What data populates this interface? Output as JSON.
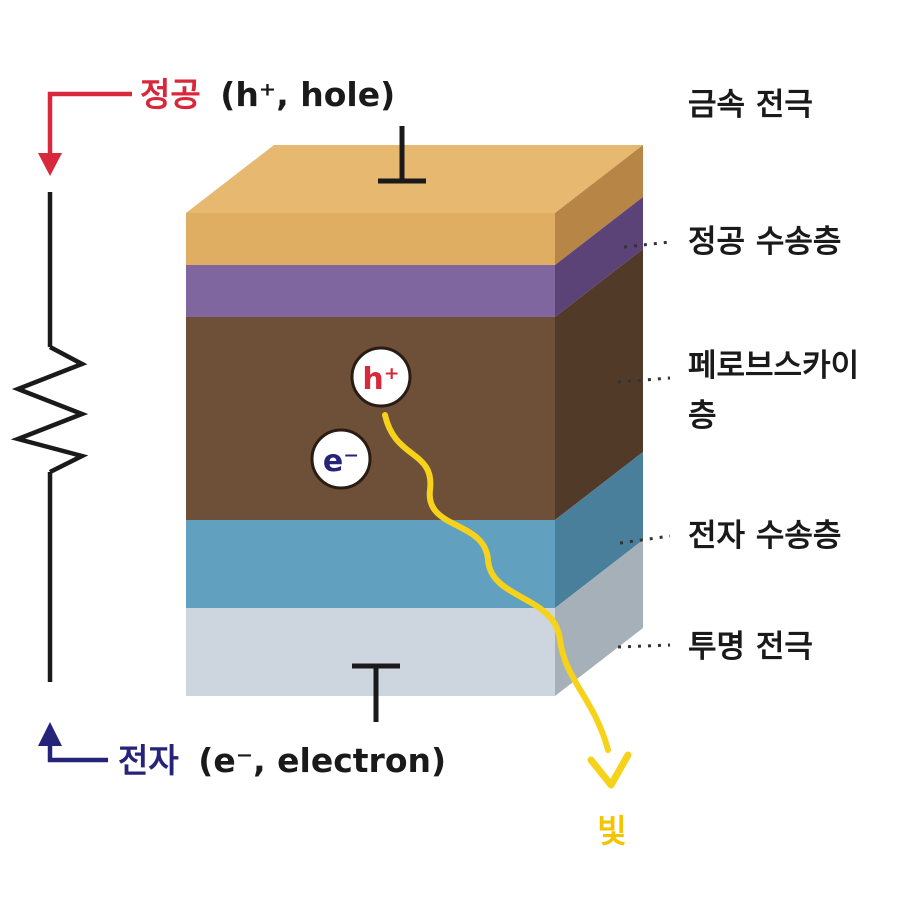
{
  "hole_label": {
    "korean": "정공",
    "detail": "(h⁺, hole)"
  },
  "electron_label": {
    "korean": "전자",
    "detail": "(e⁻, electron)"
  },
  "layers": [
    {
      "label": "금속 전극",
      "front": "#dfae63",
      "top": "#e6b870",
      "side": "#b78546"
    },
    {
      "label": "정공 수송층",
      "front": "#80669f",
      "side": "#5b4378"
    },
    {
      "label_line1": "페로브스카이",
      "label_line2": "층",
      "front": "#6e5038",
      "side": "#523a29"
    },
    {
      "label": "전자 수송층",
      "front": "#62a0c0",
      "side": "#4a7f9c"
    },
    {
      "label": "투명 전극",
      "front": "#cdd6df",
      "side": "#a6b0b9"
    }
  ],
  "particles": {
    "hole": "h⁺",
    "electron": "e⁻"
  },
  "light_label": "빛",
  "colors": {
    "hole_red": "#d8283b",
    "electron_navy": "#26237a",
    "light_yellow": "#f6d21b",
    "wire_black": "#1a1a1a"
  }
}
